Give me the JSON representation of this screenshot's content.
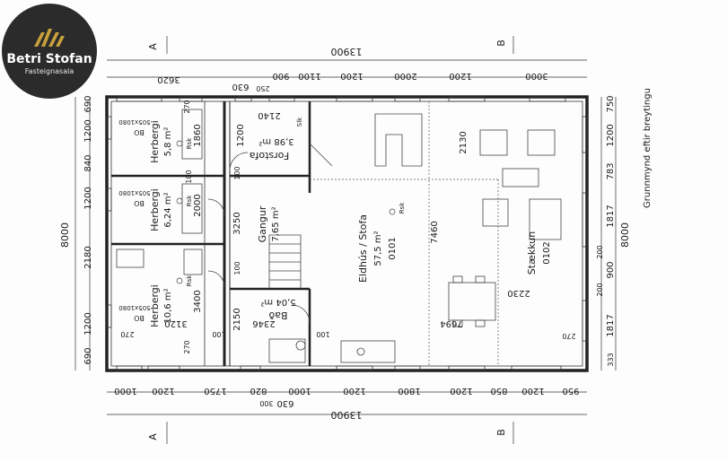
{
  "logo": {
    "company": "Betri Stofan",
    "subtitle": "Fasteignasala",
    "mark_color": "#c8a03c",
    "disc_color": "#2b2b2b"
  },
  "drawing": {
    "side_title": "Grunnmynd eftir breytingu",
    "section_markers": [
      "A",
      "A",
      "B",
      "B"
    ],
    "overall_width": "13900",
    "overall_height": "8000",
    "top_dims": [
      "3620",
      "630",
      "250",
      "900",
      "1100",
      "1200",
      "2000",
      "1200",
      "3000"
    ],
    "bottom_dims": [
      "1000",
      "1200",
      "1750",
      "820",
      "1000",
      "1200",
      "1800",
      "1200",
      "850",
      "1200",
      "950"
    ],
    "bottom_sub": [
      "630",
      "300"
    ],
    "left_dims": [
      "690",
      "1200",
      "2180",
      "1200",
      "840",
      "1200",
      "690"
    ],
    "right_dims": [
      "333",
      "1817",
      "200",
      "900",
      "200",
      "1817",
      "783",
      "1200",
      "750"
    ],
    "interior_dims": [
      "270",
      "1860",
      "2000",
      "100",
      "3250",
      "3400",
      "270",
      "3120",
      "2150",
      "2346",
      "100",
      "7460",
      "2130",
      "7694",
      "2230",
      "2140",
      "270",
      "270",
      "100",
      "100",
      "100"
    ]
  },
  "rooms": [
    {
      "name": "Herbergi",
      "area": "5,8 m²",
      "code": "",
      "rsk": "Rsk",
      "bo": "BO",
      "bo_dim": "505x1080"
    },
    {
      "name": "Herbergi",
      "area": "6,24 m²",
      "code": "",
      "rsk": "Rsk",
      "bo": "BO",
      "bo_dim": "505x1080"
    },
    {
      "name": "Herbergi",
      "area": "10,6 m²",
      "code": "",
      "rsk": "Rsk",
      "bo": "BO",
      "bo_dim": "505x1080"
    },
    {
      "name": "Forstofa",
      "area": "3,98 m²",
      "code": "",
      "rsk": "Slk",
      "bo": "",
      "bo_dim": ""
    },
    {
      "name": "Gangur",
      "area": "7,65 m²",
      "code": "",
      "rsk": "",
      "bo": "",
      "bo_dim": ""
    },
    {
      "name": "Bað",
      "area": "5,04 m²",
      "code": "",
      "rsk": "",
      "bo": "",
      "bo_dim": ""
    },
    {
      "name": "Eldhús / Stofa",
      "area": "57,5 m²",
      "code": "0101",
      "rsk": "Rsk",
      "bo": "",
      "bo_dim": ""
    },
    {
      "name": "Stækkun",
      "area": "",
      "code": "0102",
      "rsk": "",
      "bo": "",
      "bo_dim": ""
    }
  ]
}
